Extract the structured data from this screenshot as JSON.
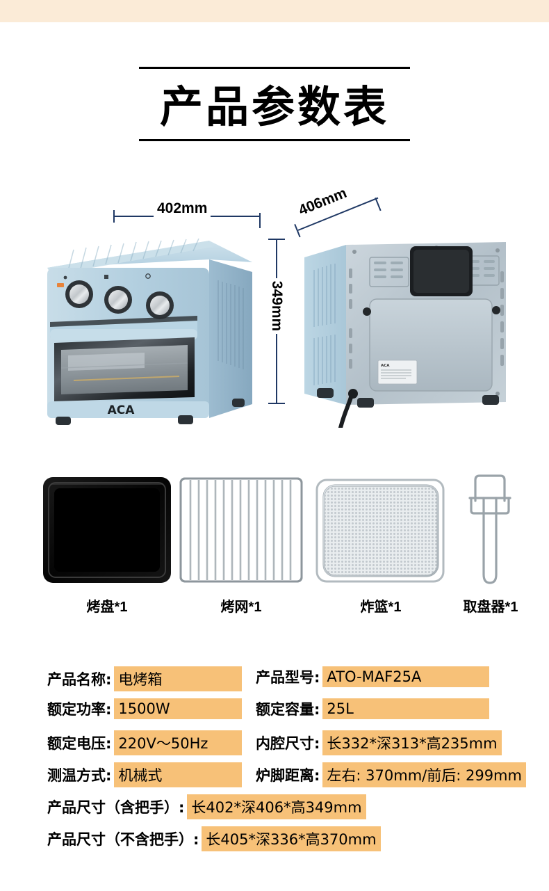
{
  "header": {
    "band_color": "#fbebd7",
    "title": "产品参数表"
  },
  "dimensions": {
    "width_label": "402mm",
    "depth_label": "406mm",
    "height_label": "349mm",
    "line_color": "#1f3864"
  },
  "product": {
    "brand_logo": "ACA",
    "body_color": "#b9d4e2",
    "back_panel_color": "#c3ced6"
  },
  "accessories": [
    {
      "name": "烤盘*1",
      "icon": "baking-tray-icon"
    },
    {
      "name": "烤网*1",
      "icon": "wire-rack-icon"
    },
    {
      "name": "炸篮*1",
      "icon": "fry-basket-icon"
    },
    {
      "name": "取盘器*1",
      "icon": "tray-remover-icon"
    }
  ],
  "specs": {
    "highlight_color": "#f7c178",
    "rows": [
      {
        "left_label": "产品名称:",
        "left_value": "电烤箱",
        "right_label": "产品型号:",
        "right_value": "ATO-MAF25A"
      },
      {
        "left_label": "额定功率:",
        "left_value": "1500W",
        "right_label": "额定容量:",
        "right_value": "25L"
      },
      {
        "left_label": "额定电压:",
        "left_value": "220V～50Hz",
        "right_label": "内腔尺寸:",
        "right_value": "长332*深313*高235mm"
      },
      {
        "left_label": "测温方式:",
        "left_value": "机械式",
        "right_label": "炉脚距离:",
        "right_value": "左右: 370mm/前后: 299mm"
      }
    ],
    "wide_rows": [
      {
        "label": "产品尺寸（含把手）:",
        "value": "长402*深406*高349mm"
      },
      {
        "label": "产品尺寸（不含把手）:",
        "value": "长405*深336*高370mm"
      }
    ]
  }
}
